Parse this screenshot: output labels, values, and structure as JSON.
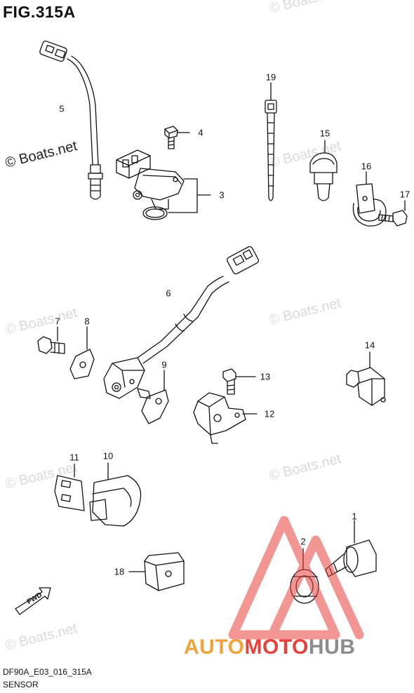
{
  "figure": {
    "title": "FIG.315A"
  },
  "watermark": {
    "text": "© Boats.net"
  },
  "callouts": [
    {
      "id": "1",
      "label": "1"
    },
    {
      "id": "2",
      "label": "2"
    },
    {
      "id": "3",
      "label": "3"
    },
    {
      "id": "4",
      "label": "4"
    },
    {
      "id": "5",
      "label": "5"
    },
    {
      "id": "6",
      "label": "6"
    },
    {
      "id": "7",
      "label": "7"
    },
    {
      "id": "8",
      "label": "8"
    },
    {
      "id": "9",
      "label": "9"
    },
    {
      "id": "10",
      "label": "10"
    },
    {
      "id": "11",
      "label": "11"
    },
    {
      "id": "12",
      "label": "12"
    },
    {
      "id": "13",
      "label": "13"
    },
    {
      "id": "14",
      "label": "14"
    },
    {
      "id": "15",
      "label": "15"
    },
    {
      "id": "16",
      "label": "16"
    },
    {
      "id": "17",
      "label": "17"
    },
    {
      "id": "18",
      "label": "18"
    },
    {
      "id": "19",
      "label": "19"
    }
  ],
  "direction_arrow": {
    "label": "FWD"
  },
  "footer": {
    "code": "DF90A_E03_016_315A",
    "section": "SENSOR"
  },
  "brand": {
    "part1": "AUTO",
    "part2": "MOTO",
    "part3": "HUB",
    "color_orange": "#f2a23a",
    "color_red": "#e8413c",
    "color_gray": "#8c8c8c"
  }
}
